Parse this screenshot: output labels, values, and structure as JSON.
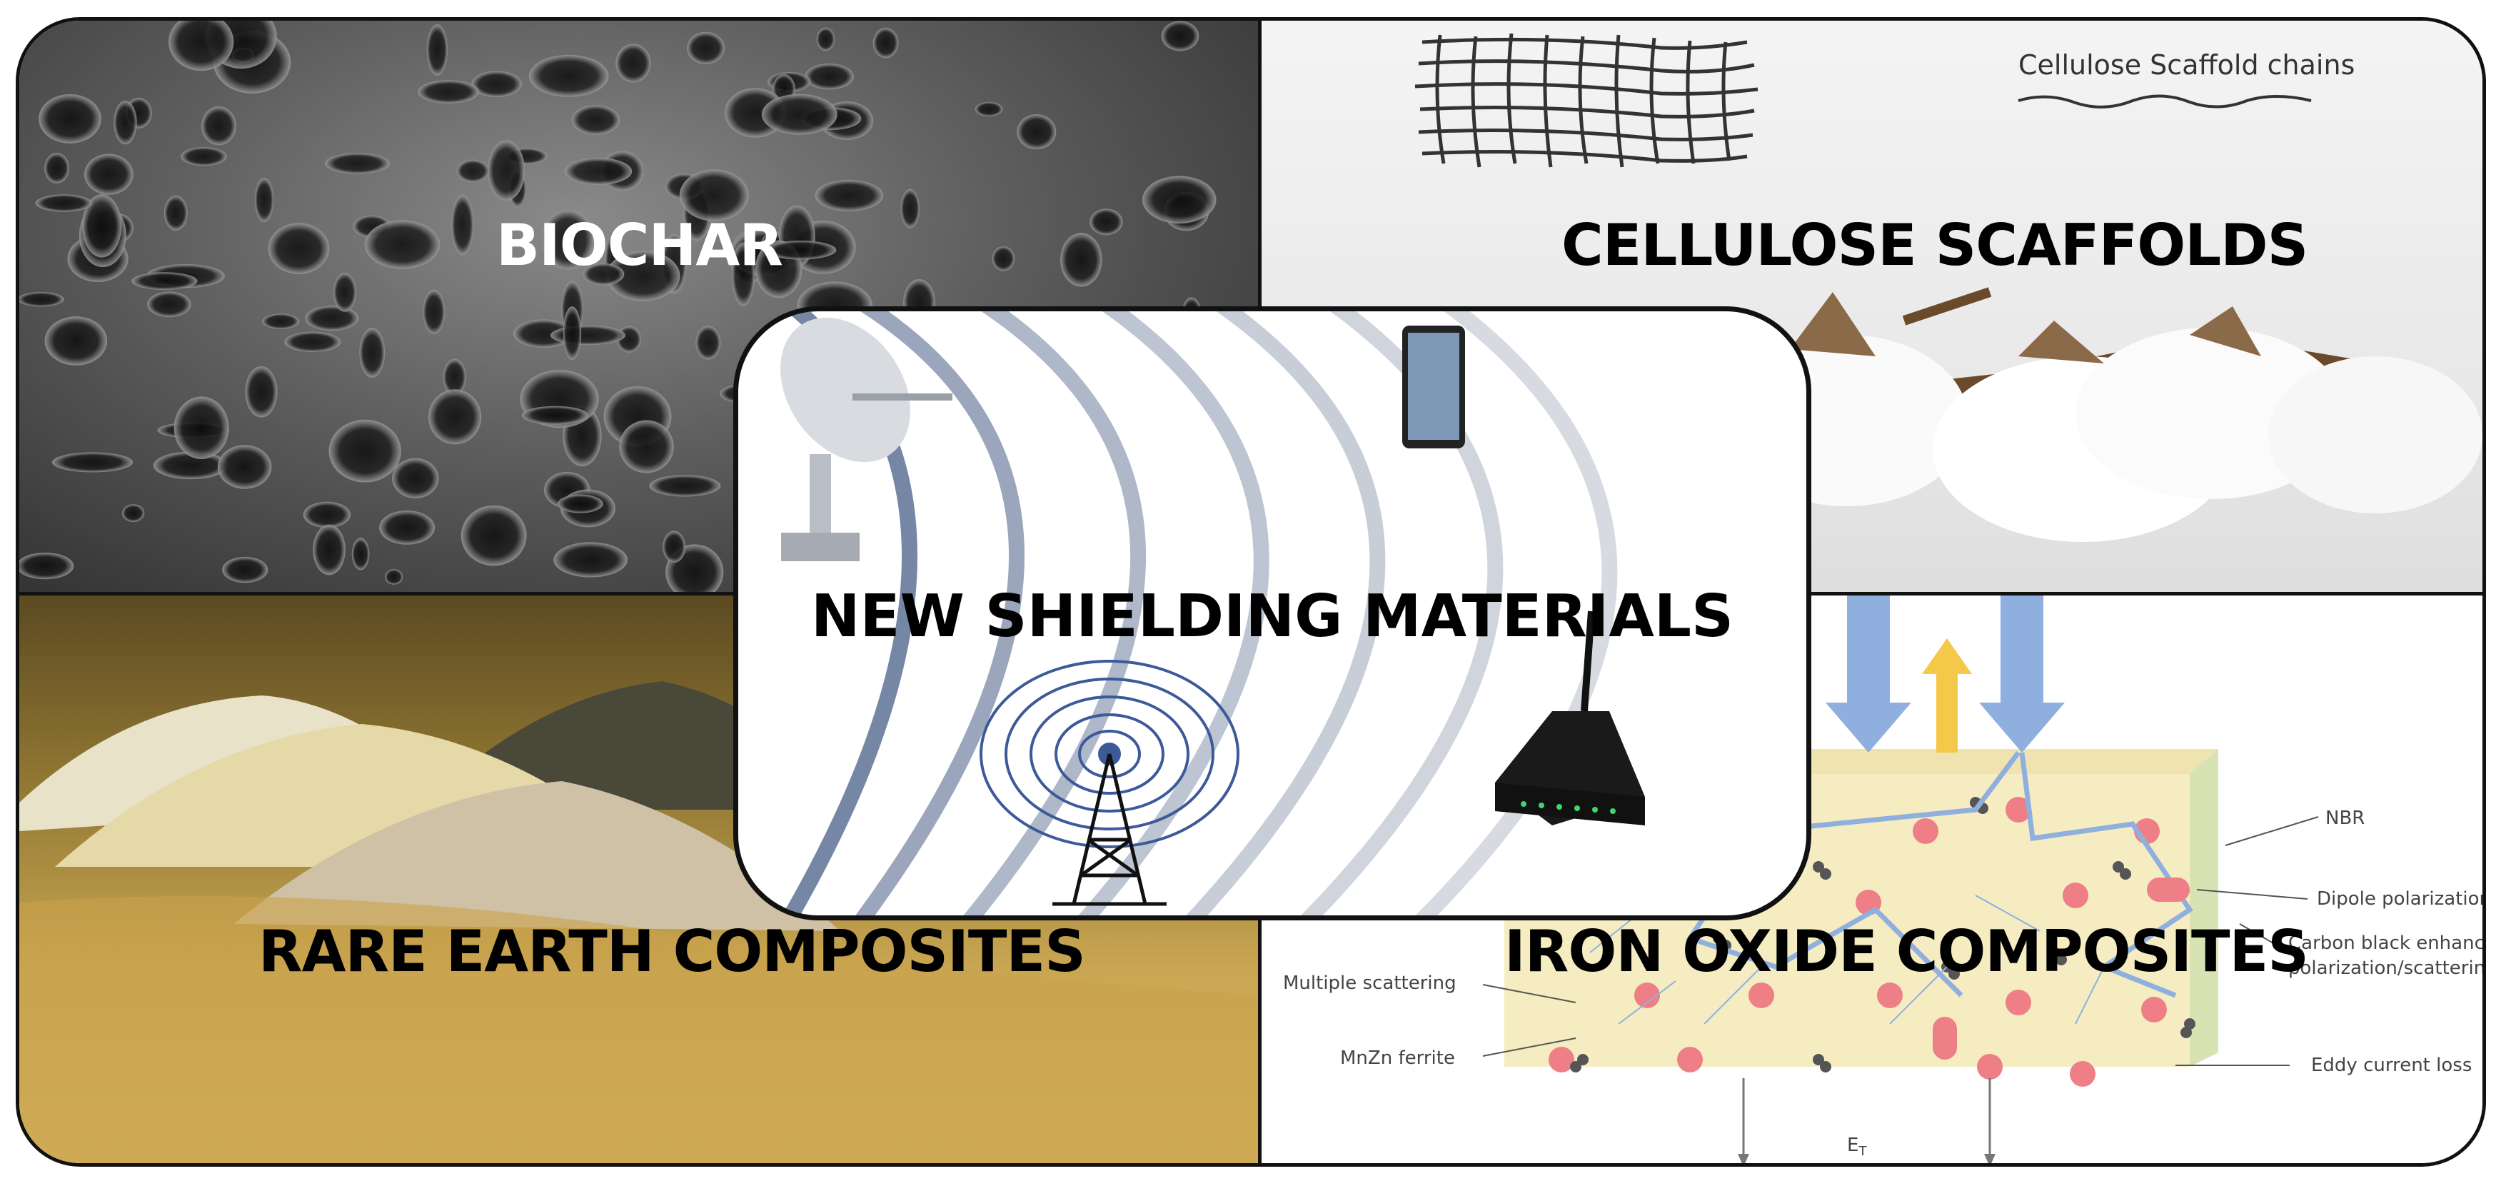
{
  "title": "NEW SHIELDING MATERIALS",
  "quadrants": {
    "top_left": "BIOCHAR",
    "top_right": "CELLULOSE SCAFFOLDS",
    "bottom_left": "RARE EARTH COMPOSITES",
    "bottom_right": "IRON OXIDE COMPOSITES"
  },
  "cellulose_note": "Cellulose Scaffold chains",
  "iron_diagram": {
    "nbr": "NBR",
    "dipole": "Dipole polarization",
    "carbon_black_1": "Carbon black enhances",
    "carbon_black_2": "polarization/scattering",
    "eddy": "Eddy current loss",
    "multiple_scattering": "Multiple scattering",
    "mnzn": "MnZn ferrite",
    "et": "E",
    "et_sub": "T"
  },
  "colors": {
    "wave": "#7b8aa6",
    "arrow_blue": "#8fb0de",
    "arrow_yellow": "#f4c94a",
    "slab": "#f5ecc2",
    "particle": "#ef7f86"
  }
}
